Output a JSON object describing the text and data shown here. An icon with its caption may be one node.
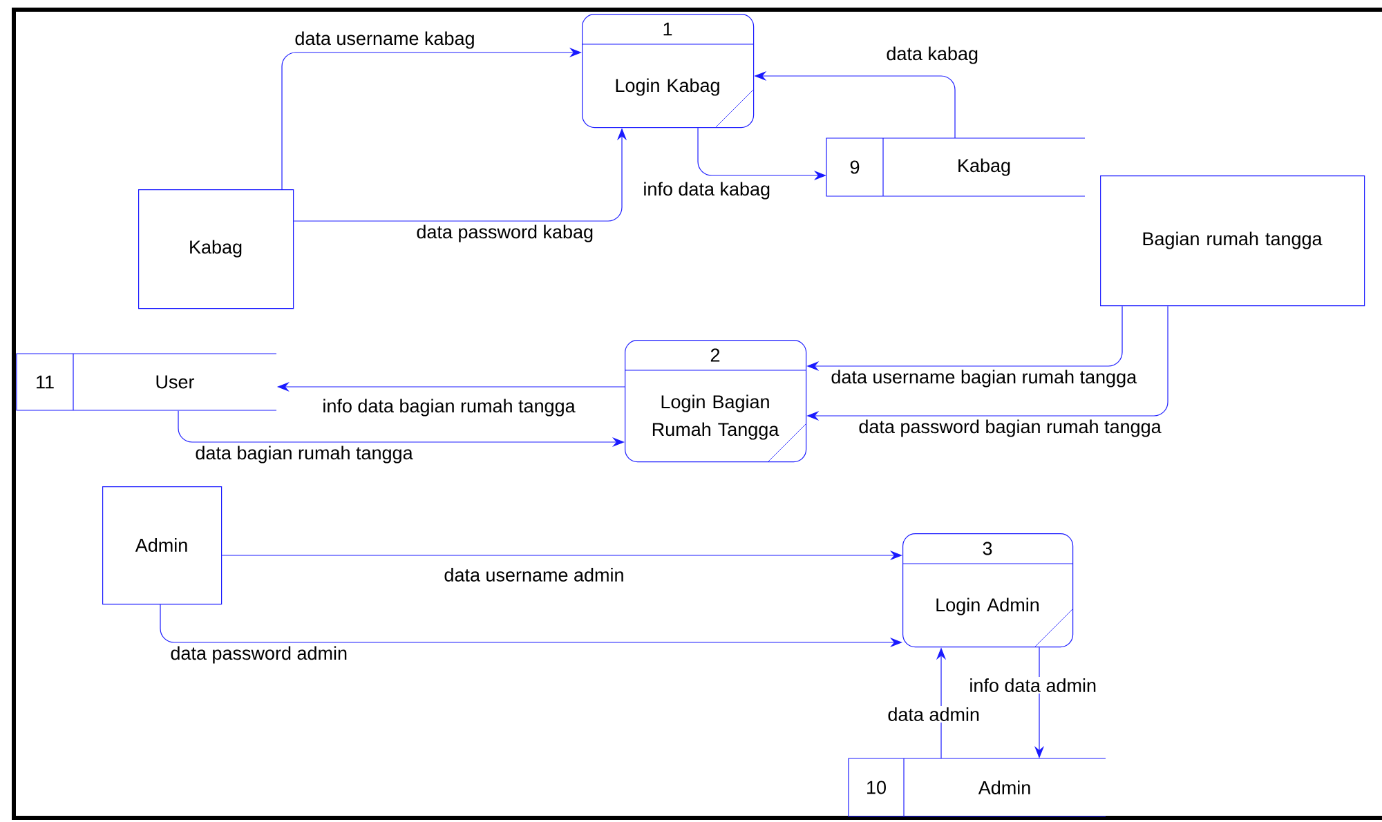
{
  "diagram": {
    "nodes": [
      {
        "text": [
          "1",
          "Login Kabag"
        ]
      },
      {
        "text": [
          "Kabag"
        ]
      },
      {
        "text": [
          "9",
          "Kabag"
        ]
      },
      {
        "text": [
          "Bagian rumah tangga"
        ]
      },
      {
        "text": [
          "11",
          "User"
        ]
      },
      {
        "text": [
          "2",
          "Login Bagian Rumah Tangga"
        ]
      },
      {
        "text": [
          "Admin"
        ]
      },
      {
        "text": [
          "3",
          "Login Admin"
        ]
      },
      {
        "text": [
          "10",
          "Admin"
        ]
      }
    ],
    "edges": [
      {
        "from": 1,
        "to": 0,
        "arrow": "to",
        "label": "data username kabag"
      },
      {
        "from": 1,
        "to": 0,
        "arrow": "to",
        "label": "data password kabag"
      },
      {
        "from": 2,
        "to": 0,
        "arrow": "to",
        "label": "data kabag"
      },
      {
        "from": 0,
        "to": 2,
        "arrow": "to",
        "label": "info data kabag"
      },
      {
        "from": 3,
        "to": 5,
        "arrow": "to",
        "label": "data username bagian rumah tangga"
      },
      {
        "from": 3,
        "to": 5,
        "arrow": "to",
        "label": "data password bagian rumah tangga"
      },
      {
        "from": 5,
        "to": 4,
        "arrow": "to",
        "label": "info data bagian rumah tangga"
      },
      {
        "from": 4,
        "to": 5,
        "arrow": "to",
        "label": "data bagian rumah tangga"
      },
      {
        "from": 6,
        "to": 7,
        "arrow": "to",
        "label": "data username admin"
      },
      {
        "from": 6,
        "to": 7,
        "arrow": "to",
        "label": "data password admin"
      },
      {
        "from": 8,
        "to": 7,
        "arrow": "to",
        "label": "data admin"
      },
      {
        "from": 7,
        "to": 8,
        "arrow": "to",
        "label": "info data admin"
      }
    ]
  }
}
